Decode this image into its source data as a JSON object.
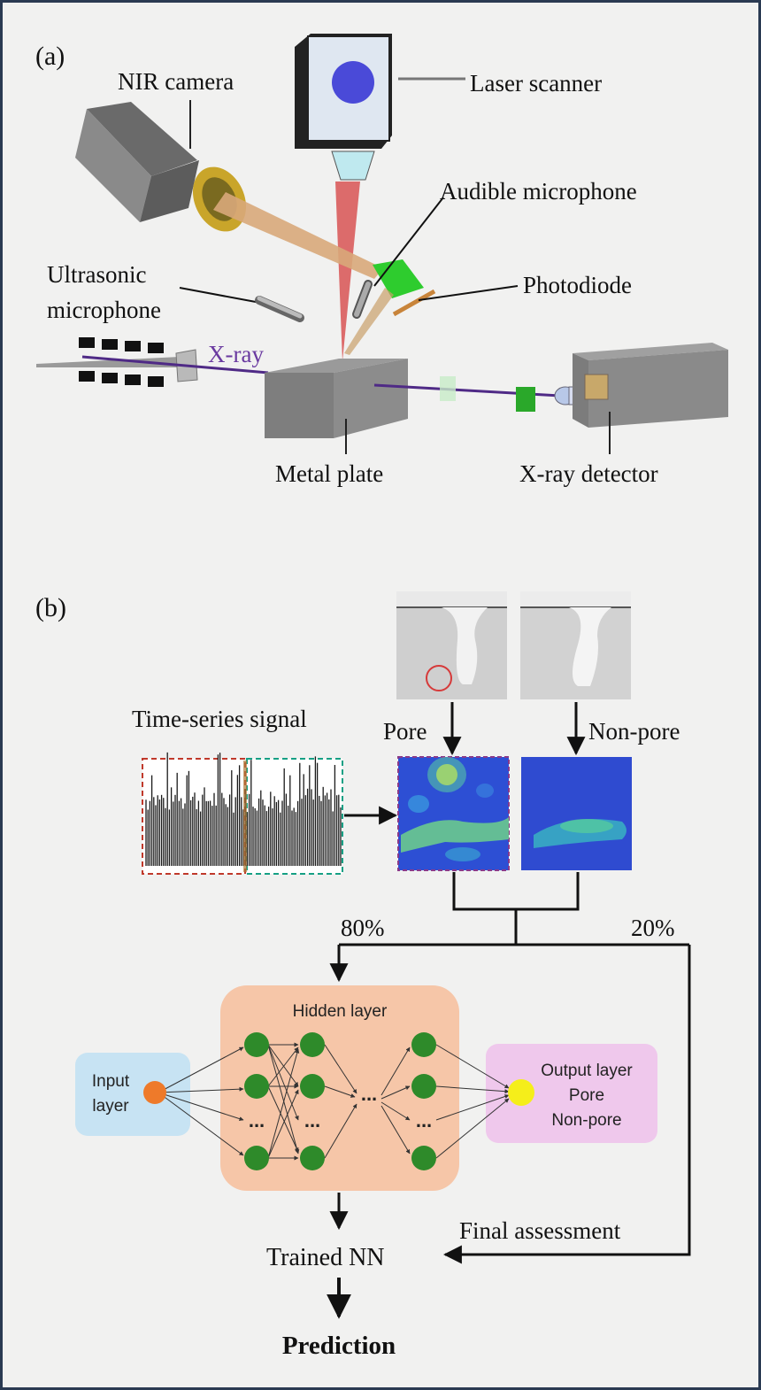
{
  "panel_a": {
    "tag": "(a)",
    "labels": {
      "nir_camera": "NIR camera",
      "laser_scanner": "Laser scanner",
      "audible_microphone": "Audible microphone",
      "ultrasonic_line1": "Ultrasonic",
      "ultrasonic_line2": "microphone",
      "photodiode": "Photodiode",
      "xray": "X-ray",
      "metal_plate": "Metal plate",
      "xray_detector": "X-ray detector"
    }
  },
  "panel_b": {
    "tag": "(b)",
    "time_series_label": "Time-series signal",
    "pore_label": "Pore",
    "non_pore_label": "Non-pore",
    "split_train": "80%",
    "split_test": "20%",
    "hidden_layer": "Hidden layer",
    "input_layer_line1": "Input",
    "input_layer_line2": "layer",
    "output_layer_line1": "Output layer",
    "output_layer_line2": "Pore",
    "output_layer_line3": "Non-pore",
    "ellipsis": "...",
    "final_assessment": "Final assessment",
    "trained_nn": "Trained NN",
    "prediction": "Prediction"
  },
  "colors": {
    "hidden_box": "#f6c6a8",
    "input_box": "#c7e3f3",
    "output_box": "#efc8ec",
    "neuron": "#2e8a2a",
    "input_neuron": "#ee7a2a",
    "output_neuron": "#f5ee1a",
    "laser": "#cf5a5a",
    "xray_beam": "#4f2a86",
    "time_series_left_border": "#c0392b",
    "time_series_right_border": "#16a085"
  }
}
